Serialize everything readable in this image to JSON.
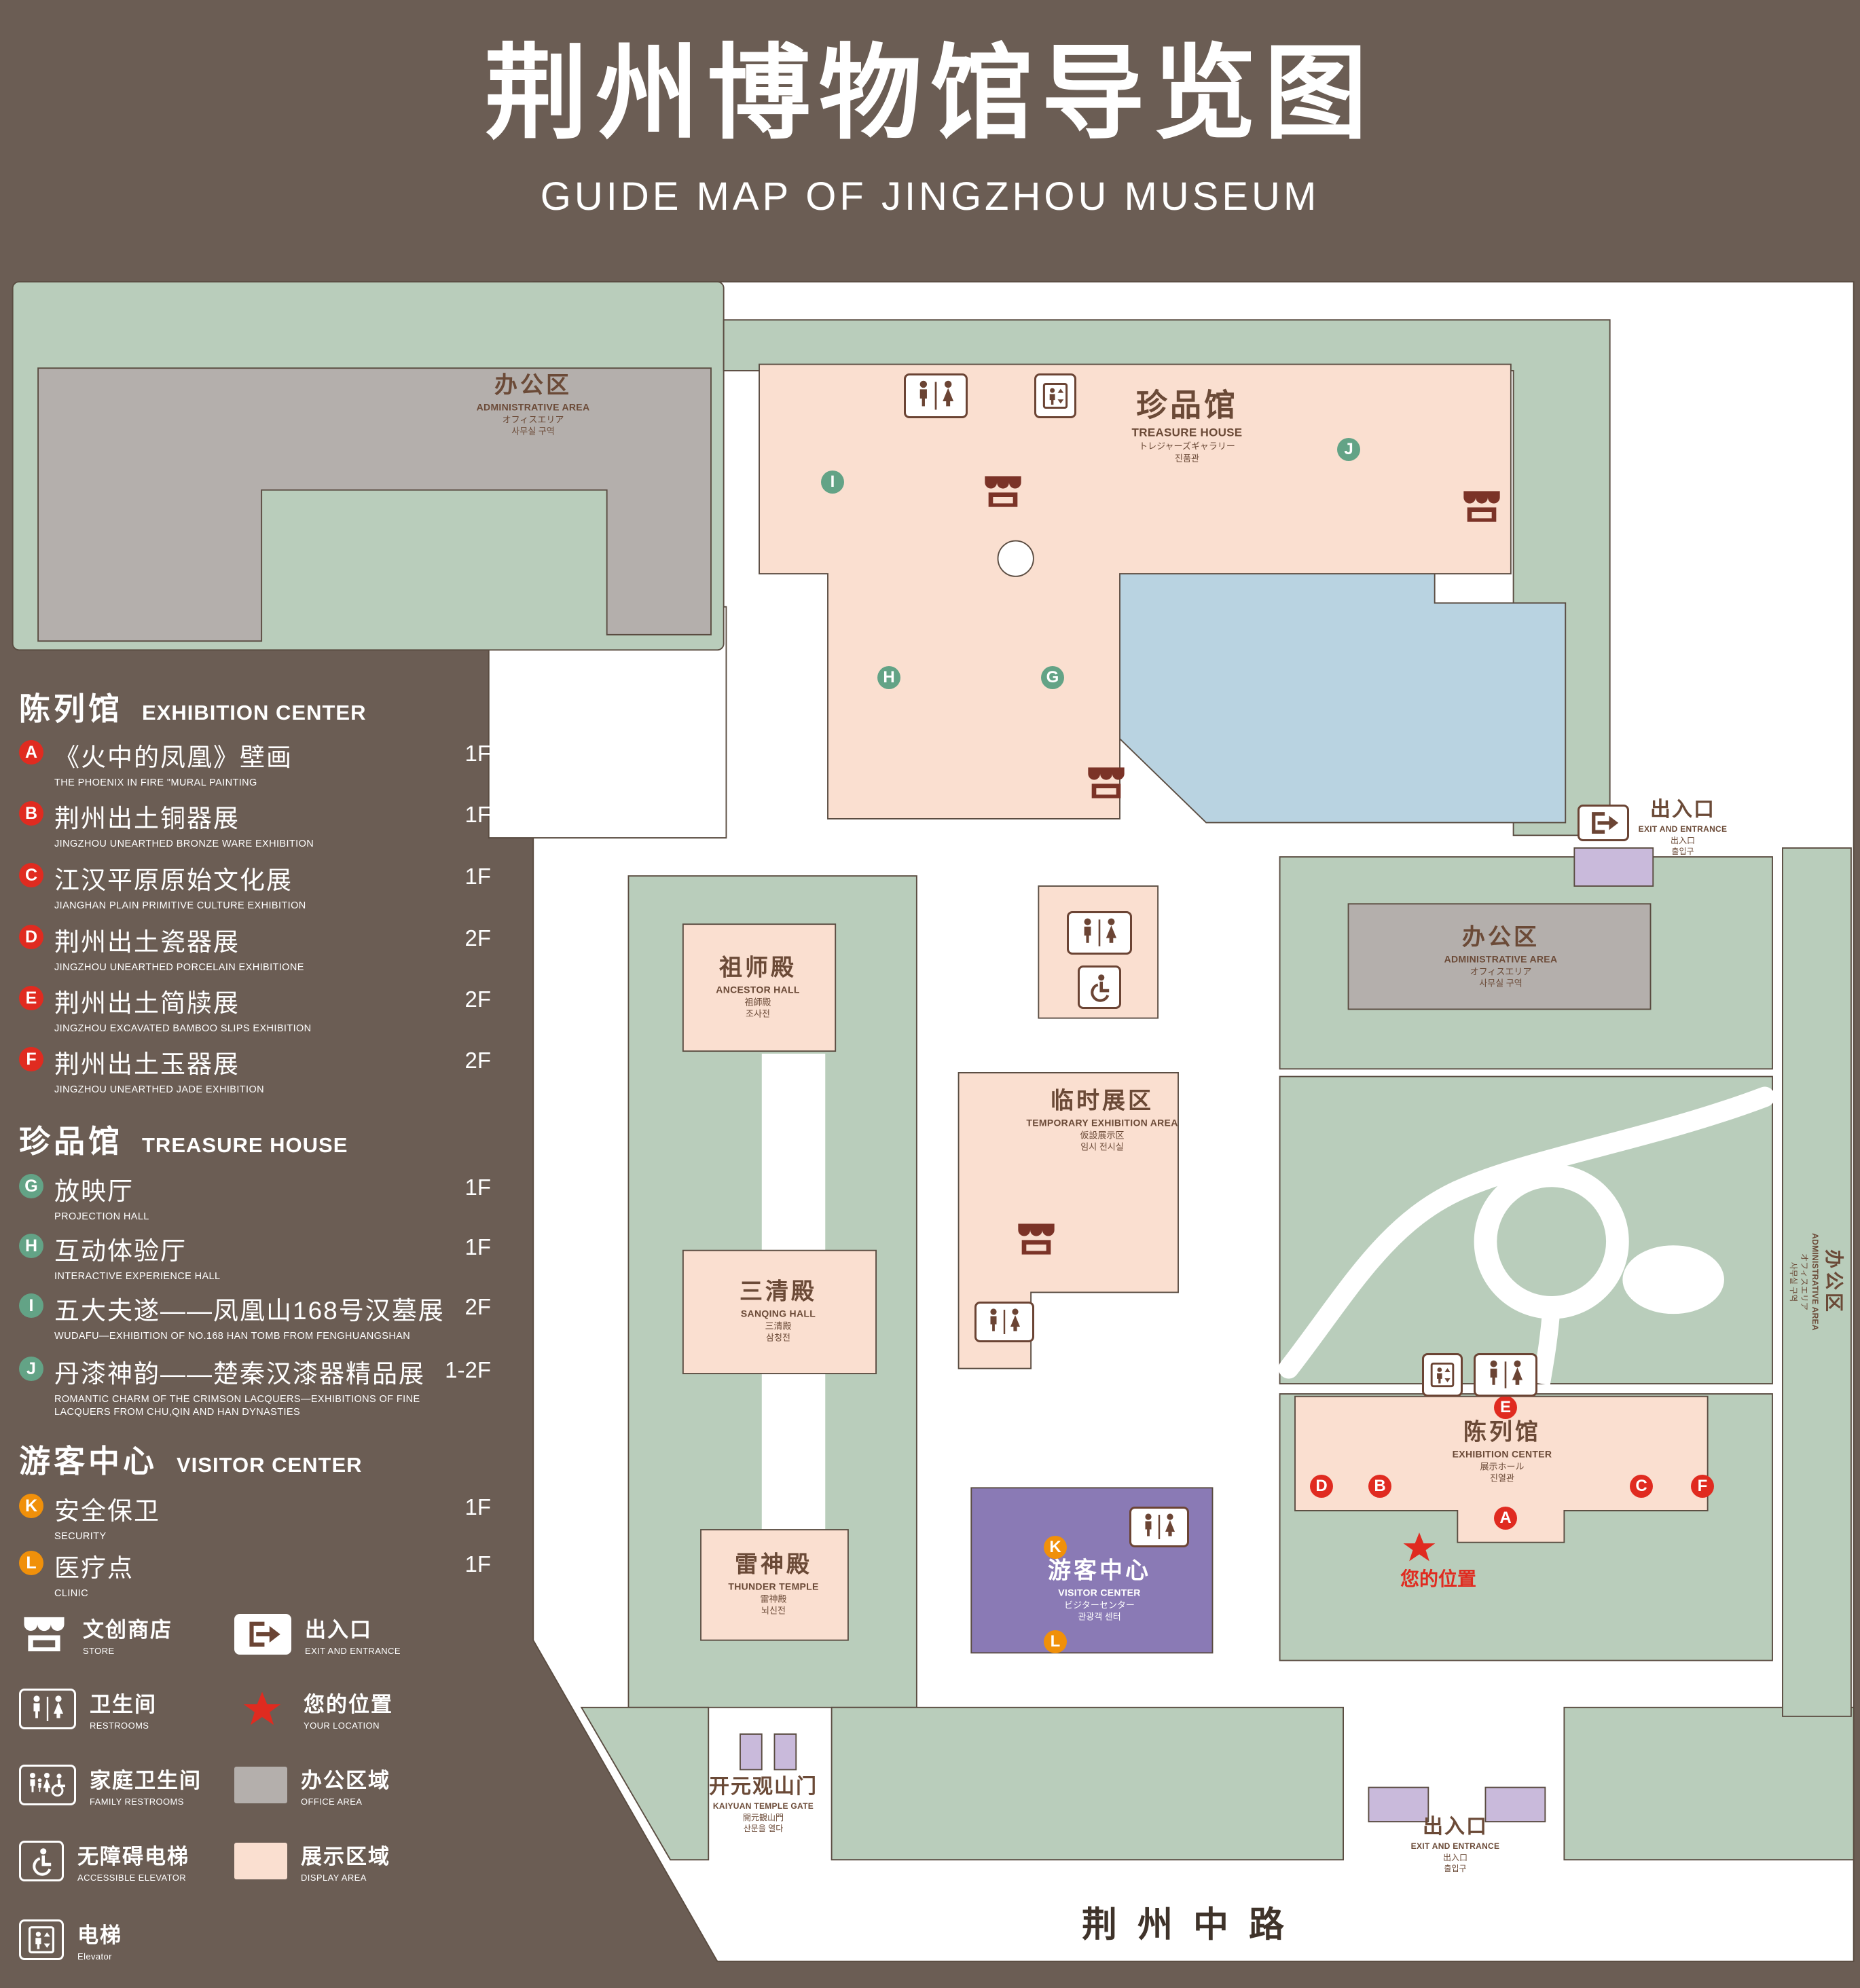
{
  "header": {
    "title": "荆州博物馆导览图",
    "subtitle": "GUIDE MAP OF JINGZHOU MUSEUM"
  },
  "colors": {
    "background": "#6b5d54",
    "map_green": "#b9cdbb",
    "display_pink": "#fadfd0",
    "office_gray": "#b4afac",
    "lake_blue": "#b9d3e1",
    "visitor_purple": "#8a7ab5",
    "entrance_purple": "#c9badb",
    "marker_red": "#e02b20",
    "marker_green": "#63a386",
    "marker_orange": "#f0900a",
    "icon_brown": "#6b4434"
  },
  "legend": {
    "sections": {
      "exhibition": {
        "zh": "陈列馆",
        "en": "EXHIBITION CENTER"
      },
      "treasure": {
        "zh": "珍品馆",
        "en": "TREASURE HOUSE"
      },
      "visitor": {
        "zh": "游客中心",
        "en": "VISITOR CENTER"
      }
    },
    "exhibition_items": [
      {
        "letter": "A",
        "zh": "《火中的凤凰》壁画",
        "en": "THE PHOENIX IN FIRE \"MURAL PAINTING",
        "floor": "1F"
      },
      {
        "letter": "B",
        "zh": "荆州出土铜器展",
        "en": "JINGZHOU UNEARTHED BRONZE WARE EXHIBITION",
        "floor": "1F"
      },
      {
        "letter": "C",
        "zh": "江汉平原原始文化展",
        "en": "JIANGHAN PLAIN PRIMITIVE CULTURE EXHIBITION",
        "floor": "1F"
      },
      {
        "letter": "D",
        "zh": "荆州出土瓷器展",
        "en": "JINGZHOU UNEARTHED PORCELAIN EXHIBITIONE",
        "floor": "2F"
      },
      {
        "letter": "E",
        "zh": "荆州出土简牍展",
        "en": "JINGZHOU EXCAVATED BAMBOO SLIPS EXHIBITION",
        "floor": "2F"
      },
      {
        "letter": "F",
        "zh": "荆州出土玉器展",
        "en": "JINGZHOU UNEARTHED JADE EXHIBITION",
        "floor": "2F"
      }
    ],
    "treasure_items": [
      {
        "letter": "G",
        "zh": "放映厅",
        "en": "PROJECTION HALL",
        "floor": "1F"
      },
      {
        "letter": "H",
        "zh": "互动体验厅",
        "en": "INTERACTIVE EXPERIENCE HALL",
        "floor": "1F"
      },
      {
        "letter": "I",
        "zh": "五大夫遂——凤凰山168号汉墓展",
        "en": "WUDAFU—EXHIBITION OF NO.168 HAN TOMB FROM FENGHUANGSHAN",
        "floor": "2F"
      },
      {
        "letter": "J",
        "zh": "丹漆神韵——楚秦汉漆器精品展",
        "en": "ROMANTIC CHARM OF THE CRIMSON LACQUERS—EXHIBITIONS OF FINE LACQUERS FROM CHU,QIN AND HAN DYNASTIES",
        "floor": "1-2F"
      }
    ],
    "visitor_items": [
      {
        "letter": "K",
        "zh": "安全保卫",
        "en": "SECURITY",
        "floor": "1F"
      },
      {
        "letter": "L",
        "zh": "医疗点",
        "en": "CLINIC",
        "floor": "1F"
      }
    ],
    "symbols": [
      {
        "zh": "文创商店",
        "en": "STORE"
      },
      {
        "zh": "出入口",
        "en": "EXIT AND ENTRANCE"
      },
      {
        "zh": "卫生间",
        "en": "RESTROOMS"
      },
      {
        "zh": "您的位置",
        "en": "YOUR LOCATION"
      },
      {
        "zh": "家庭卫生间",
        "en": "FAMILY RESTROOMS"
      },
      {
        "zh": "办公区域",
        "en": "OFFICE AREA"
      },
      {
        "zh": "无障碍电梯",
        "en": "ACCESSIBLE ELEVATOR"
      },
      {
        "zh": "展示区域",
        "en": "DISPLAY AREA"
      },
      {
        "zh": "电梯",
        "en": "Elevator"
      }
    ]
  },
  "map": {
    "labels": {
      "admin_top": {
        "zh": "办公区",
        "en": "ADMINISTRATIVE AREA",
        "jp": "オフィスエリア",
        "kr": "사무실 구역"
      },
      "treasure": {
        "zh": "珍品馆",
        "en": "TREASURE HOUSE",
        "jp": "トレジャーズギャラリー",
        "kr": "진품관"
      },
      "exit_right": {
        "zh": "出入口",
        "en": "EXIT AND ENTRANCE",
        "jp": "出入口",
        "kr": "출입구"
      },
      "admin_right": {
        "zh": "办公区",
        "en": "ADMINISTRATIVE AREA",
        "jp": "オフィスエリア",
        "kr": "사무실 구역"
      },
      "ancestor_hall": {
        "zh": "祖师殿",
        "en": "ANCESTOR HALL",
        "jp": "祖師殿",
        "kr": "조사전"
      },
      "temporary": {
        "zh": "临时展区",
        "en": "TEMPORARY EXHIBITION AREA",
        "jp": "仮設展示区",
        "kr": "임시 전시실"
      },
      "sanqing_hall": {
        "zh": "三清殿",
        "en": "SANQING HALL",
        "jp": "三清殿",
        "kr": "삼청전"
      },
      "thunder_temple": {
        "zh": "雷神殿",
        "en": "THUNDER TEMPLE",
        "jp": "雷神殿",
        "kr": "뇌신전"
      },
      "visitor_center": {
        "zh": "游客中心",
        "en": "VISITOR CENTER",
        "jp": "ビジターセンター",
        "kr": "관광객 센터"
      },
      "exhibition_center": {
        "zh": "陈列馆",
        "en": "EXHIBITION CENTER",
        "jp": "展示ホール",
        "kr": "진열관"
      },
      "your_location": {
        "zh": "您的位置"
      },
      "gate": {
        "zh": "开元观山门",
        "en": "KAIYUAN TEMPLE GATE",
        "jp": "開元観山門",
        "kr": "산문을 열다"
      },
      "exit_bottom": {
        "zh": "出入口",
        "en": "EXIT AND ENTRANCE",
        "jp": "出入口",
        "kr": "출입구"
      },
      "admin_side": {
        "zh": "办公区",
        "en": "ADMINISTRATIVE AREA",
        "jp": "オフィスエリア",
        "kr": "사무실 구역"
      },
      "road": {
        "zh": "荆州中路"
      }
    },
    "markers": [
      {
        "letter": "I",
        "color": "green"
      },
      {
        "letter": "J",
        "color": "green"
      },
      {
        "letter": "H",
        "color": "green"
      },
      {
        "letter": "G",
        "color": "green"
      },
      {
        "letter": "E",
        "color": "red"
      },
      {
        "letter": "D",
        "color": "red"
      },
      {
        "letter": "B",
        "color": "red"
      },
      {
        "letter": "C",
        "color": "red"
      },
      {
        "letter": "F",
        "color": "red"
      },
      {
        "letter": "A",
        "color": "red"
      },
      {
        "letter": "K",
        "color": "orange"
      },
      {
        "letter": "L",
        "color": "orange"
      }
    ]
  }
}
